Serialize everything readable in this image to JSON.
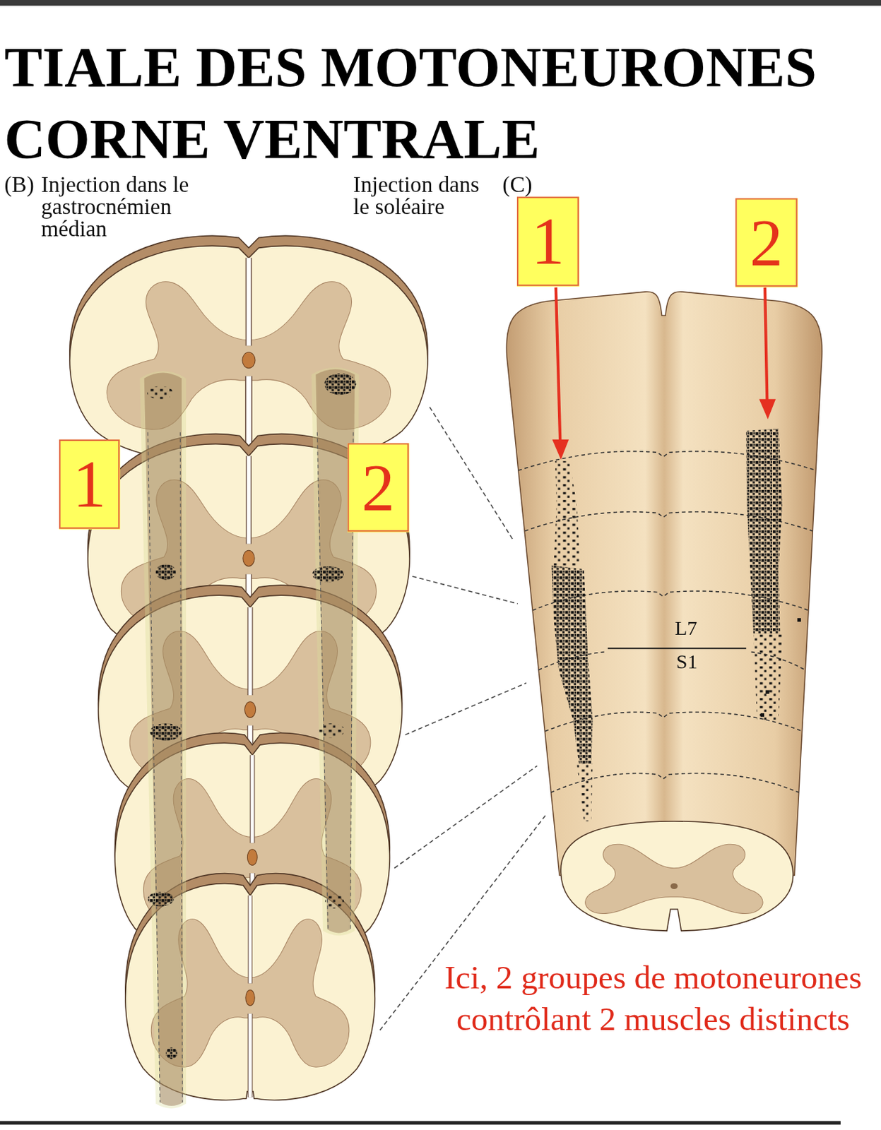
{
  "diagram": {
    "title": "TIALE DES MOTONEURONES CORNE VENTRALE",
    "caption": "Ici, 2 groupes de motoneurones contrôlant 2 muscles distincts",
    "nodes": [
      {
        "text": [
          "1"
        ]
      },
      {
        "text": [
          "2"
        ]
      },
      {
        "text": [
          "1"
        ]
      },
      {
        "text": [
          "2"
        ]
      }
    ],
    "labels": [
      "(B)",
      "Injection dans le gastrocnémien médian",
      "Injection dans le soléaire",
      "(C)",
      "L7",
      "S1"
    ]
  }
}
